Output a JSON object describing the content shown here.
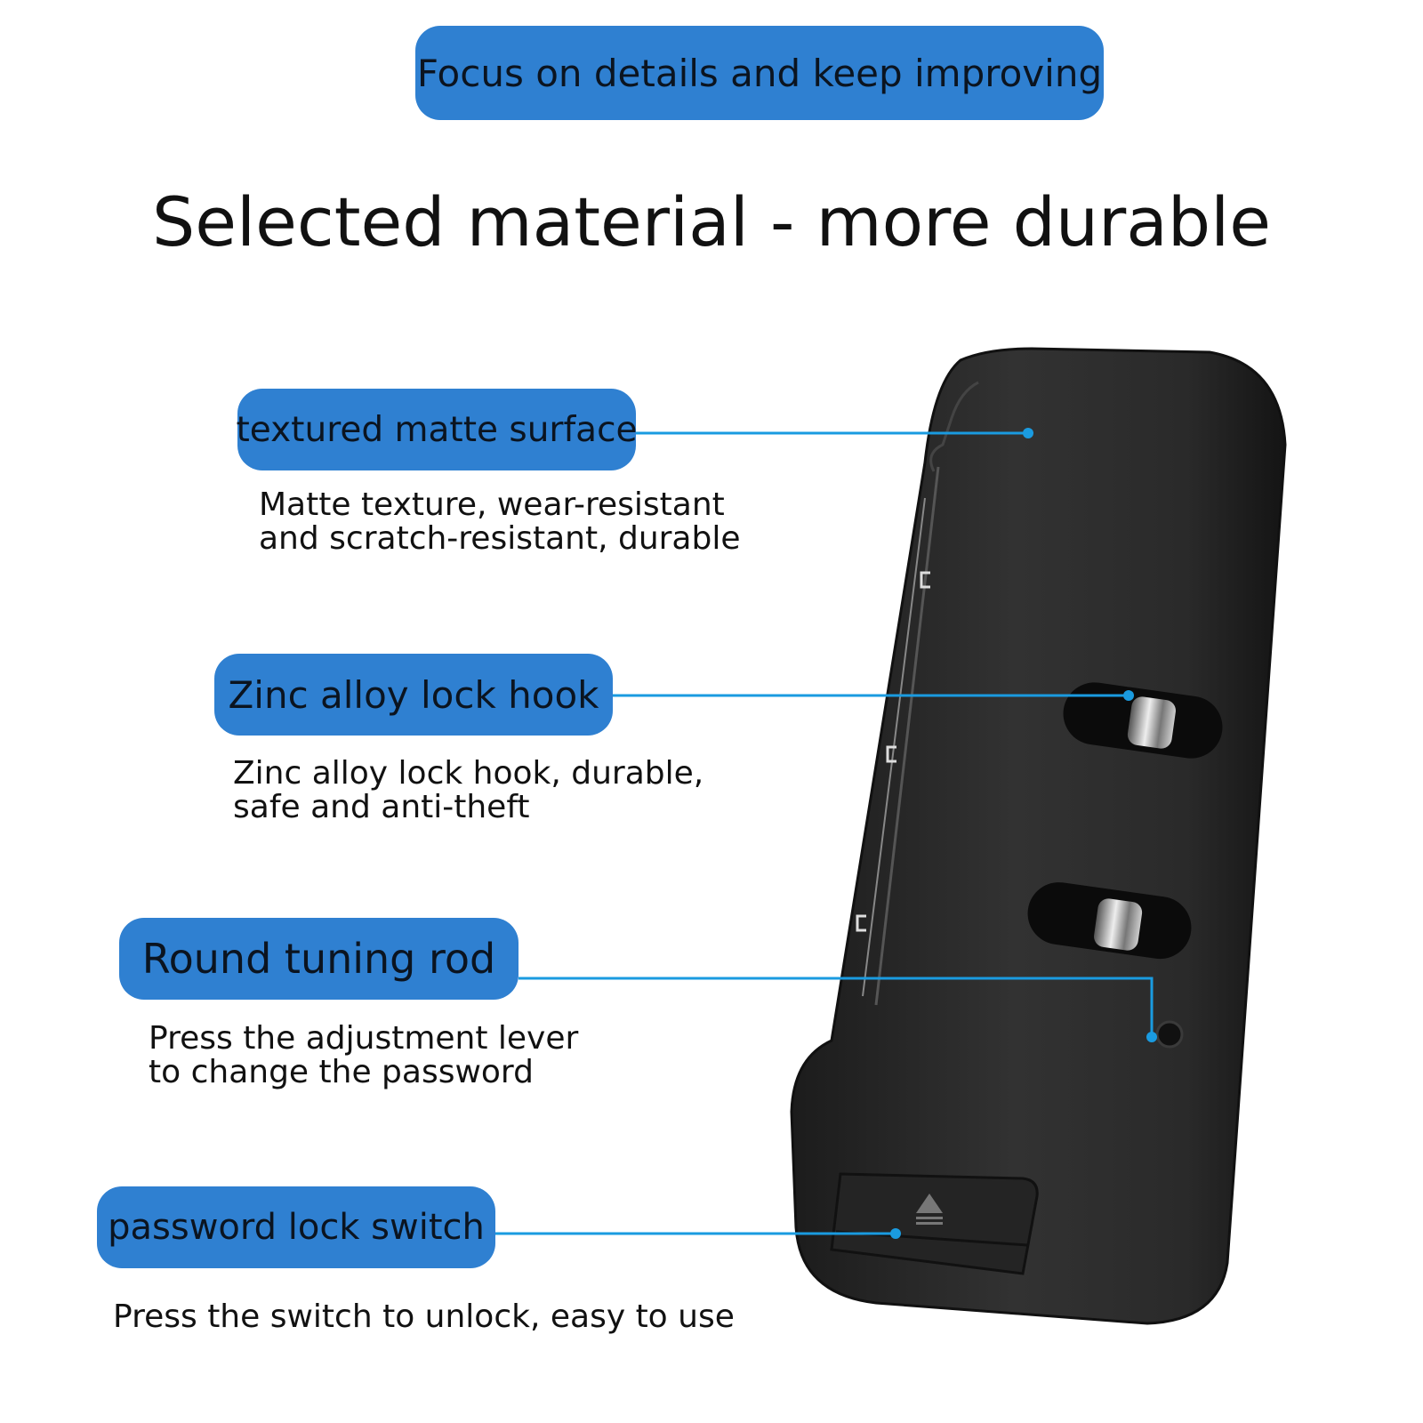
{
  "banner": "Focus on details and keep improving",
  "title": "Selected material - more durable",
  "features": [
    {
      "label": "textured matte surface",
      "description": [
        "Matte texture, wear-resistant",
        "and scratch-resistant, durable"
      ]
    },
    {
      "label": "Zinc alloy lock hook",
      "description": [
        "Zinc alloy lock hook, durable,",
        "safe and anti-theft"
      ]
    },
    {
      "label": "Round tuning rod",
      "description": [
        "Press the adjustment lever",
        "to change the password"
      ]
    },
    {
      "label": "password lock switch",
      "description": [
        "Press the switch to unlock, easy to use"
      ]
    }
  ],
  "colors": {
    "accent": "#2f80d1",
    "leader": "#1a9be0",
    "product": "#2b2b2b"
  }
}
